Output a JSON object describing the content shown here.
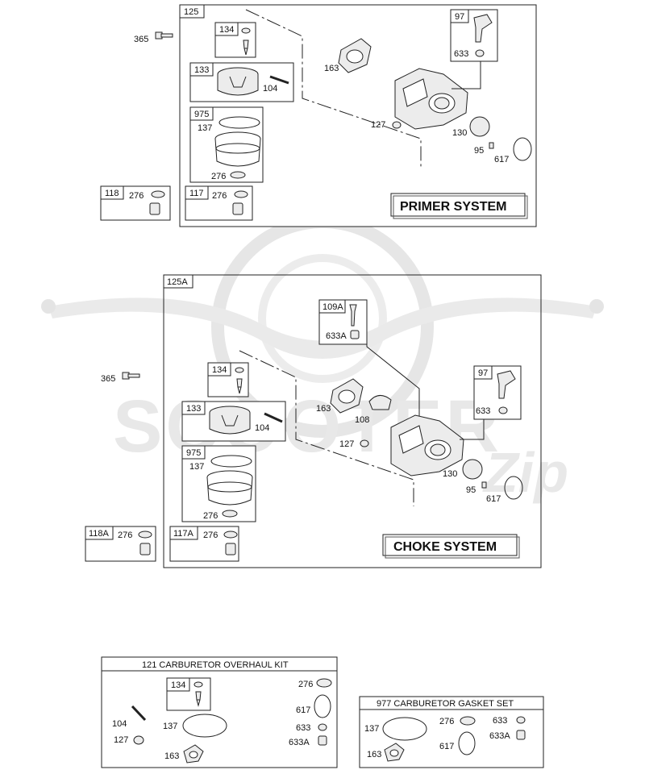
{
  "watermark": {
    "brand": "SCOOTER",
    "script": "Zip"
  },
  "primer": {
    "assembly": "125",
    "title": "PRIMER SYSTEM",
    "labels": {
      "screw": "365",
      "primer": "134",
      "float": "133",
      "pin": "104",
      "bowl_kit": "975",
      "o_ring": "137",
      "washer": "276",
      "gasket": "163",
      "body": "97",
      "seal": "633",
      "plug": "127",
      "valve": "130",
      "small_screw": "95",
      "ring": "617",
      "nut1": "118",
      "nut1_w": "276",
      "nut2": "117",
      "nut2_w": "276"
    }
  },
  "choke": {
    "assembly": "125A",
    "title": "CHOKE SYSTEM",
    "labels": {
      "screw": "365",
      "primer": "134",
      "float": "133",
      "pin": "104",
      "bowl_kit": "975",
      "o_ring": "137",
      "washer": "276",
      "gasket": "163",
      "plate": "108",
      "shaft": "109A",
      "shaft_seal": "633A",
      "body": "97",
      "seal": "633",
      "plug": "127",
      "valve": "130",
      "small_screw": "95",
      "ring": "617",
      "nut1": "118A",
      "nut1_w": "276",
      "nut2": "117A",
      "nut2_w": "276"
    }
  },
  "overhaul_kit": {
    "title": "121 CARBURETOR OVERHAUL KIT",
    "labels": {
      "primer": "134",
      "pin": "104",
      "plug": "127",
      "o_ring": "137",
      "gasket": "163",
      "washer": "276",
      "ring": "617",
      "seal": "633",
      "seal_a": "633A"
    }
  },
  "gasket_set": {
    "title": "977 CARBURETOR GASKET SET",
    "labels": {
      "o_ring": "137",
      "gasket": "163",
      "washer": "276",
      "ring": "617",
      "seal": "633",
      "seal_a": "633A"
    }
  }
}
